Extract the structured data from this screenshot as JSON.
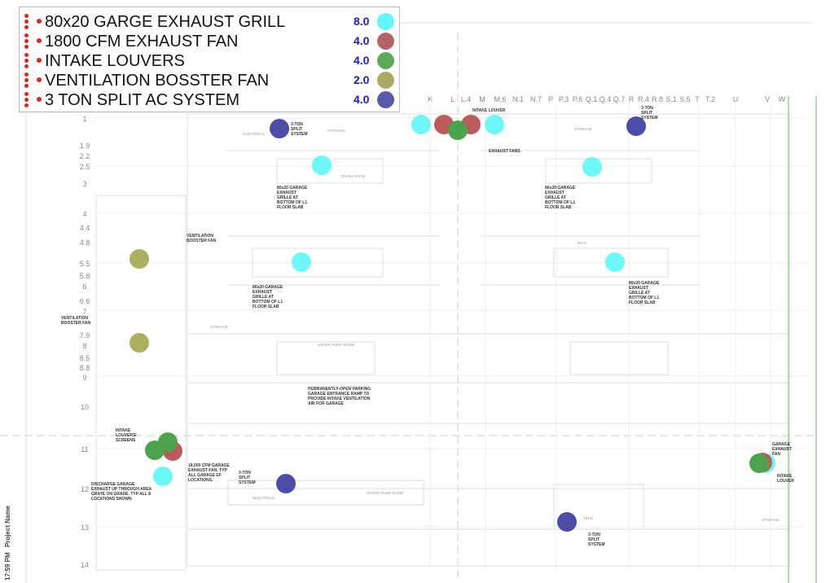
{
  "legend": {
    "items": [
      {
        "label": "80x20 GARGE EXHAUST GRILL",
        "count": "8.0",
        "color": "#5ff7f7"
      },
      {
        "label": "1800 CFM EXHAUST FAN",
        "count": "4.0",
        "color": "#b46464"
      },
      {
        "label": "INTAKE LOUVERS",
        "count": "4.0",
        "color": "#5aaa5a"
      },
      {
        "label": "VENTILATION BOSSTER FAN",
        "count": "2.0",
        "color": "#aaaa64"
      },
      {
        "label": "3 TON SPLIT AC SYSTEM",
        "count": "4.0",
        "color": "#5a5aaa"
      }
    ]
  },
  "grid": {
    "columns": [
      "K",
      "L",
      "L.4",
      "M",
      "M.6",
      "N.1",
      "N.7",
      "P",
      "P.3",
      "P.6",
      "Q.1",
      "Q.4",
      "Q.7",
      "R",
      "R.4",
      "R.8",
      "S.1",
      "S.5",
      "T",
      "T.2",
      "U",
      "V",
      "W"
    ],
    "rows": [
      "1",
      "1.9",
      "2.2",
      "2.5",
      "3",
      "4",
      "4.4",
      "4.8",
      "5.5",
      "5.8",
      "6",
      "6.6",
      "7",
      "7.9",
      "8",
      "8.5",
      "8.8",
      "9",
      "10",
      "11",
      "12",
      "13",
      "14"
    ]
  },
  "annotations": {
    "intake_louver": "INTAKE LOUVER",
    "exhaust_fans": "EXHAUST FANS",
    "split_top_left": "3-TON SPLIT SYSTEM",
    "split_top_right": "3-TON SPLIT SYSTEM",
    "grille_1": "80x20 GARAGE EXHAUST GRILLE AT BOTTOM OF L1 FLOOR SLAB",
    "grille_2": "80x20 GARAGE EXHAUST GRILLE AT BOTTOM OF L1 FLOOR SLAB",
    "grille_3": "80x20 GARAGE EXHAUST GRILLE AT BOTTOM OF L1 FLOOR SLAB",
    "grille_4": "80x20 GARAGE EXHAUST GRILLE AT BOTTOM OF L1 FLOOR SLAB",
    "booster_1": "VENTILATION BOOSTER FAN",
    "booster_2": "VENTILATION BOOSTER FAN",
    "ramp": "PERMANENTLY-OPEN PARKING GARAGE ENTRANCE RAMP TO PROVIDE INTAKE VENTILATION AIR FOR GARAGE",
    "intake_screens": "INTAKE LOUVERS/ SCREENS",
    "fan_note": "18,000 CFM GARAGE EXHAUST FAN. TYP ALL GARAGE EF LOCATIONS.",
    "discharge": "DISCHARGE GARAGE EXHAUST UP THROUGH AREA GRATE ON GRADE. TYP ALL 8 LOCATIONS SHOWN",
    "split_bottom_left": "3-TON SPLIT SYSTEM",
    "split_bottom_right": "3-TON SPLIT SYSTEM",
    "garage_exhaust_fan": "GARAGE EXHAUST FAN",
    "intake_louver_right": "INTAKE LOUVER"
  },
  "rooms": [
    "STORAGE",
    "ELECTRICAL",
    "TRASH ROOM",
    "STORAGE",
    "TECH",
    "STORAGE",
    "WATER PUMP ROOM",
    "ELECTRICAL",
    "WATER PUMP ROOM",
    "STORAGE",
    "TECH"
  ],
  "sidebar": {
    "time": "17:59 PM",
    "project": "Project Name"
  }
}
